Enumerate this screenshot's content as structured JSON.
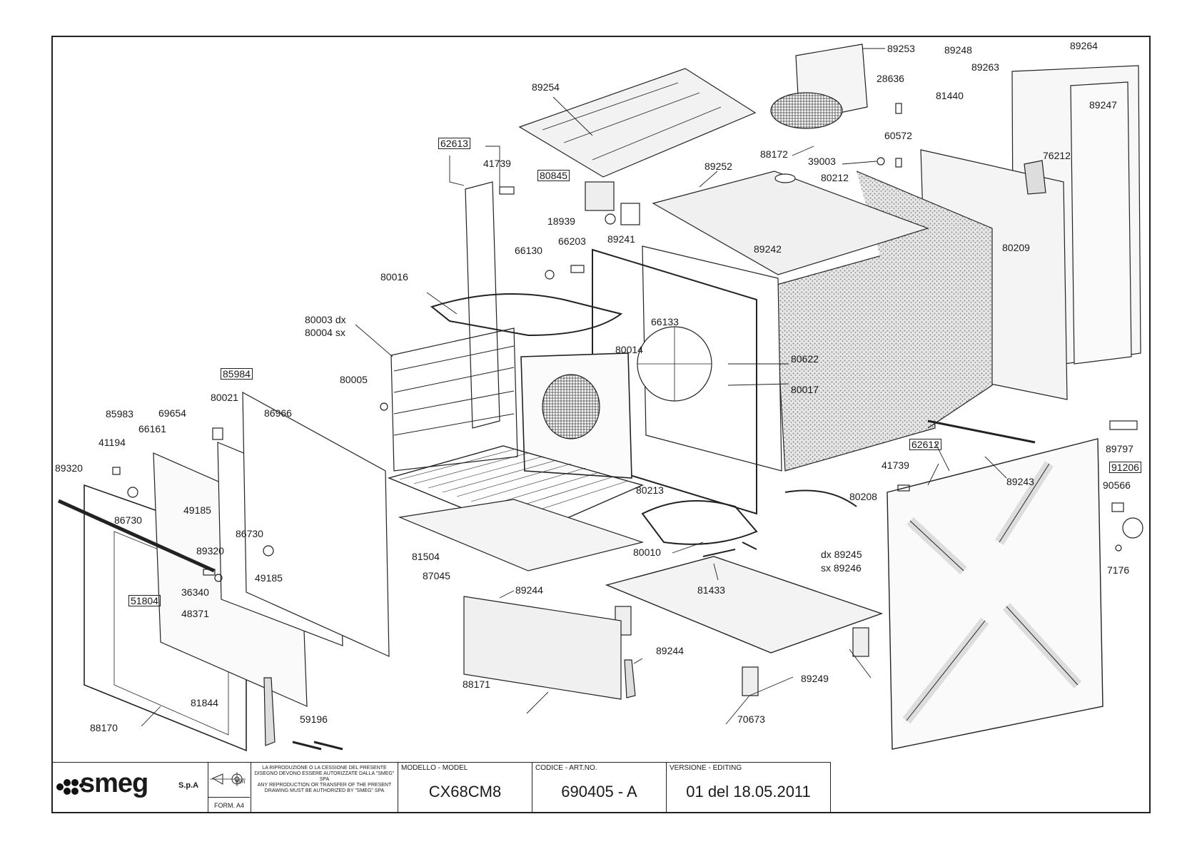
{
  "part_labels": {
    "p89253": "89253",
    "p89248": "89248",
    "p89264": "89264",
    "p89254": "89254",
    "p28636": "28636",
    "p89263": "89263",
    "p81440": "81440",
    "p89247": "89247",
    "p62613": "62613",
    "p41739a": "41739",
    "p88172": "88172",
    "p60572": "60572",
    "p39003": "39003",
    "p76212": "76212",
    "p89252": "89252",
    "p80845": "80845",
    "p80212": "80212",
    "p18939": "18939",
    "p66203": "66203",
    "p89241": "89241",
    "p66130": "66130",
    "p89242": "89242",
    "p80209": "80209",
    "p80016": "80016",
    "p80003": "80003 dx",
    "p80004": "80004 sx",
    "p66133": "66133",
    "p80014": "80014",
    "p80622": "80622",
    "p80005": "80005",
    "p80017": "80017",
    "p85984": "85984",
    "p80021": "80021",
    "p85983": "85983",
    "p69654": "69654",
    "p86966": "86966",
    "p66161": "66161",
    "p41194": "41194",
    "p89797": "89797",
    "p62612": "62612",
    "p41739b": "41739",
    "p91206": "91206",
    "p89320a": "89320",
    "p89243": "89243",
    "p90566": "90566",
    "p80213": "80213",
    "p80208": "80208",
    "p49185a": "49185",
    "p86730a": "86730",
    "p86730b": "86730",
    "p89320b": "89320",
    "p49185b": "49185",
    "p81504": "81504",
    "p80010": "80010",
    "p89245": "dx 89245",
    "p89246": "sx 89246",
    "p7176": "7176",
    "p87045": "87045",
    "p36340": "36340",
    "p51804": "51804",
    "p48371": "48371",
    "p89244a": "89244",
    "p81433": "81433",
    "p89244b": "89244",
    "p89249": "89249",
    "p81844": "81844",
    "p88171": "88171",
    "p59196": "59196",
    "p70673": "70673",
    "p88170": "88170"
  },
  "title_block": {
    "brand": "smeg",
    "company_suffix": "S.p.A",
    "unit": "mm",
    "format": "FORM. A4",
    "legal_it": "LA RIPRODUZIONE O LA CESSIONE DEL PRESENTE DISEGNO DEVONO ESSERE AUTORIZZATE DALLA \"SMEG\" SPA",
    "legal_en": "ANY REPRODUCTION OR TRANSFER OF THE PRESENT DRAWING MUST BE AUTHORIZED BY \"SMEG\" SPA",
    "model_header": "MODELLO - MODEL",
    "model_value": "CX68CM8",
    "code_header": "CODICE - ART.NO.",
    "code_value": "690405 - A",
    "version_header": "VERSIONE - EDITING",
    "version_value": "01 del 18.05.2011"
  },
  "colors": {
    "line": "#222222",
    "insulation": "#b8b8b8",
    "part_fill": "#f2f2f2"
  }
}
